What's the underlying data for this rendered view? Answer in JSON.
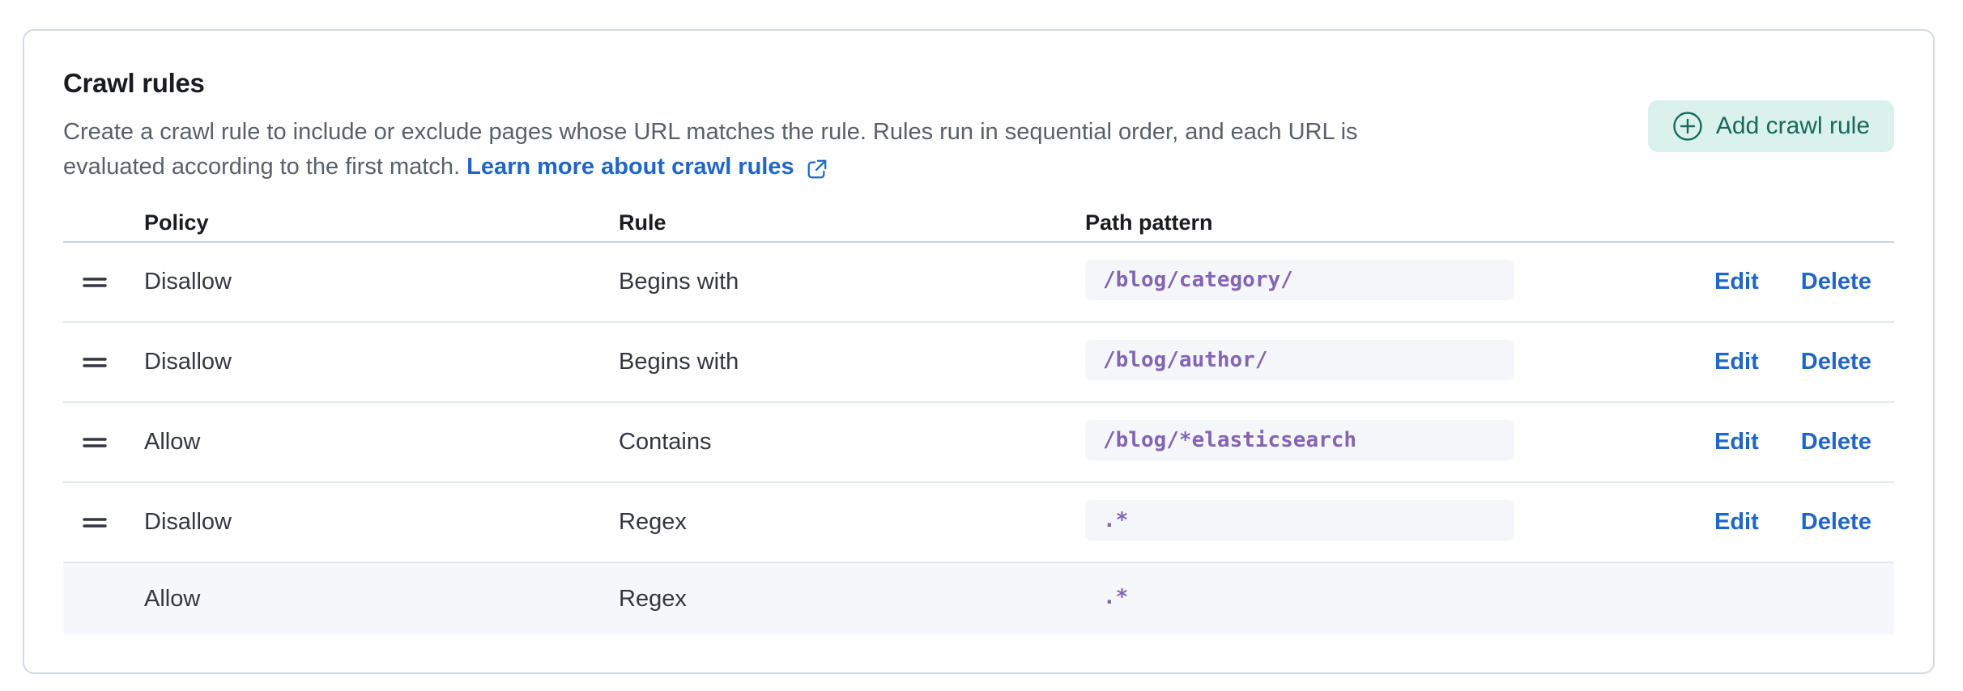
{
  "card": {
    "title": "Crawl rules",
    "description_line1": "Create a crawl rule to include or exclude pages whose URL matches the rule. Rules run in sequential order, and each URL is",
    "description_line2_prefix": "evaluated according to the first match.",
    "link_text": "Learn more about crawl rules",
    "add_button_label": "Add crawl rule"
  },
  "table": {
    "columns": {
      "policy": "Policy",
      "rule": "Rule",
      "path": "Path pattern"
    },
    "actions": {
      "edit": "Edit",
      "delete": "Delete"
    },
    "rows": [
      {
        "policy": "Disallow",
        "rule": "Begins with",
        "path": "/blog/category/"
      },
      {
        "policy": "Disallow",
        "rule": "Begins with",
        "path": "/blog/author/"
      },
      {
        "policy": "Allow",
        "rule": "Contains",
        "path": "/blog/*elasticsearch"
      },
      {
        "policy": "Disallow",
        "rule": "Regex",
        "path": ".*"
      },
      {
        "policy": "Allow",
        "rule": "Regex",
        "path": ".*"
      }
    ]
  },
  "icons": {
    "add": "plus-in-circle-icon",
    "external": "external-link-icon",
    "drag": "drag-handle-icon"
  },
  "colors": {
    "card_border": "#D3DAE6",
    "heading_text": "#1A1C21",
    "body_text": "#343741",
    "subdued_text": "#5A6069",
    "link_blue": "#1F66C8",
    "button_bg": "#DBF1EB",
    "button_text": "#166A5C",
    "code_purple": "#8465B3",
    "code_bg": "#F4F6FA",
    "default_row_bg": "#F5F7FA",
    "divider": "#E2E8F1",
    "header_divider": "#CBD4E2"
  }
}
